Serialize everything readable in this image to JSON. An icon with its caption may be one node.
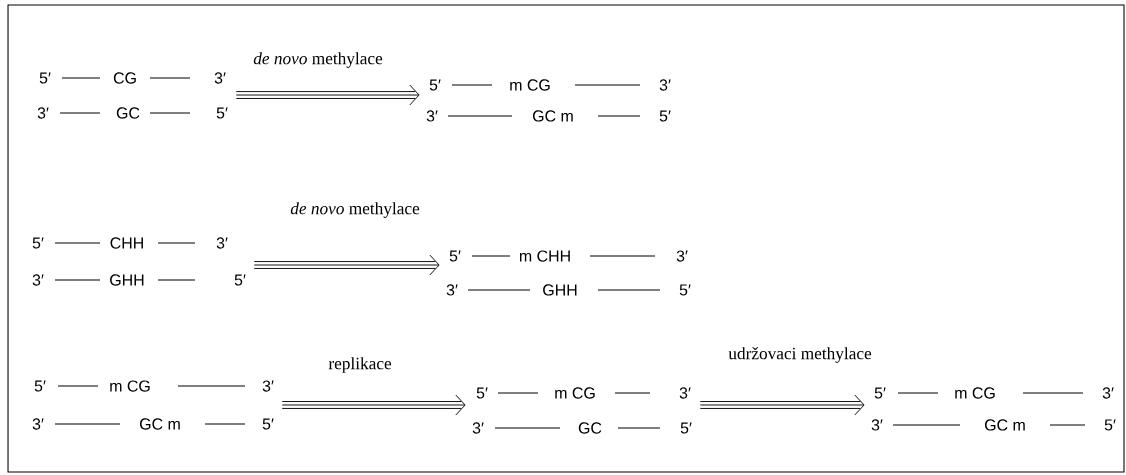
{
  "diagram": {
    "nodes": [
      {
        "text": [
          "5′",
          "CG",
          "3′",
          "3′",
          "GC",
          "5′"
        ]
      },
      {
        "text": [
          "5′",
          "m CG",
          "3′",
          "3′",
          "GC m",
          "5′"
        ]
      },
      {
        "text": [
          "5′",
          "CHH",
          "3′",
          "3′",
          "GHH",
          "5′"
        ]
      },
      {
        "text": [
          "5′",
          "m CHH",
          "3′",
          "3′",
          "GHH",
          "5′"
        ]
      },
      {
        "text": [
          "5′",
          "m CG",
          "3′",
          "3′",
          "GC m",
          "5′"
        ]
      },
      {
        "text": [
          "5′",
          "m CG",
          "3′",
          "3′",
          "GC",
          "5′"
        ]
      },
      {
        "text": [
          "5′",
          "m CG",
          "3′",
          "3′",
          "GC m",
          "5′"
        ]
      }
    ],
    "edges": [
      {
        "from": 0,
        "to": 1,
        "arrow": "to",
        "label": "*de novo* methylace"
      },
      {
        "from": 2,
        "to": 3,
        "arrow": "to",
        "label": "*de novo* methylace"
      },
      {
        "from": 4,
        "to": 5,
        "arrow": "to",
        "label": "replikace"
      },
      {
        "from": 5,
        "to": 6,
        "arrow": "to",
        "label": "udržovaci methylace"
      }
    ]
  }
}
